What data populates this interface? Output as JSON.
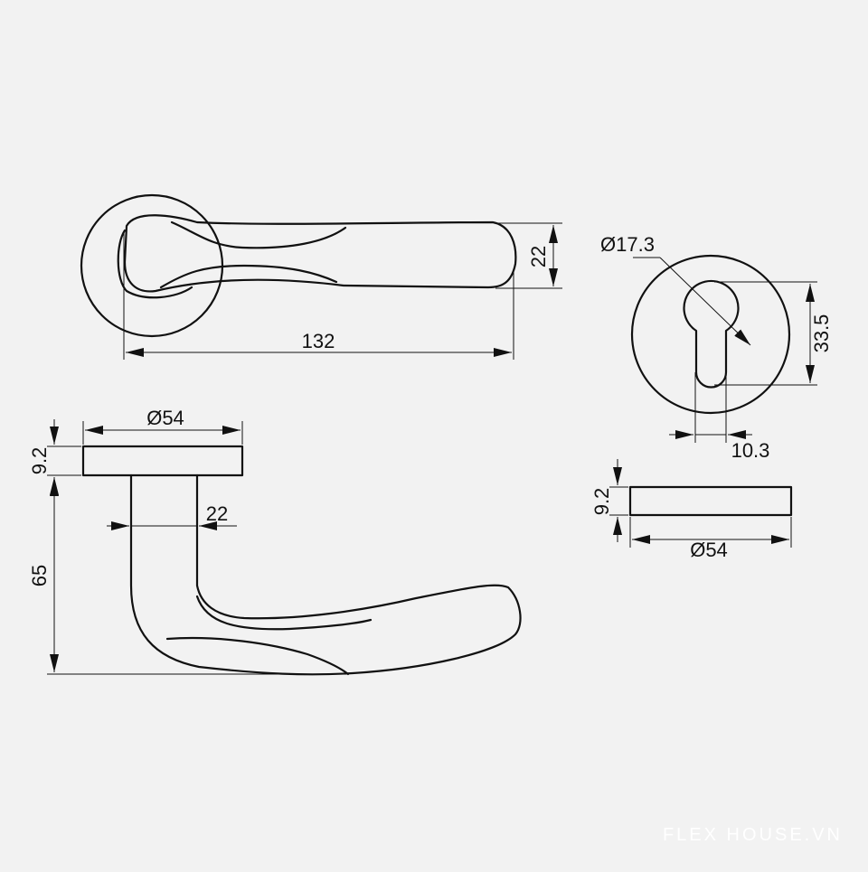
{
  "dimensions": {
    "lever_length": "132",
    "lever_grip_height": "22",
    "rose_diameter": "Ø54",
    "rose_thickness": "9.2",
    "lever_neck_width": "22",
    "lever_projection": "65",
    "cylinder_diameter": "Ø17.3",
    "cylinder_height": "33.5",
    "cylinder_width": "10.3",
    "escutcheon_thickness": "9.2",
    "escutcheon_diameter": "Ø54"
  },
  "watermark": "FLEX HOUSE.VN"
}
